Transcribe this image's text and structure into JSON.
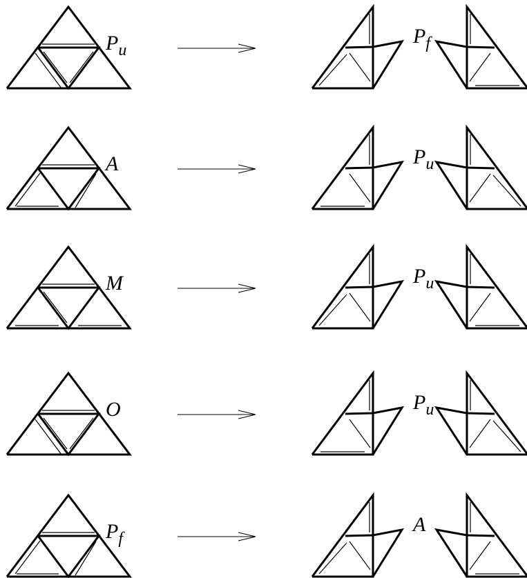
{
  "rows": [
    {
      "left_label": {
        "main": "P",
        "sub": "u"
      },
      "right_label": {
        "main": "P",
        "sub": "f"
      }
    },
    {
      "left_label": {
        "main": "A",
        "sub": ""
      },
      "right_label": {
        "main": "P",
        "sub": "u"
      }
    },
    {
      "left_label": {
        "main": "M",
        "sub": ""
      },
      "right_label": {
        "main": "P",
        "sub": "u"
      }
    },
    {
      "left_label": {
        "main": "O",
        "sub": ""
      },
      "right_label": {
        "main": "P",
        "sub": "u"
      }
    },
    {
      "left_label": {
        "main": "P",
        "sub": "f"
      },
      "right_label": {
        "main": "A",
        "sub": ""
      }
    }
  ]
}
